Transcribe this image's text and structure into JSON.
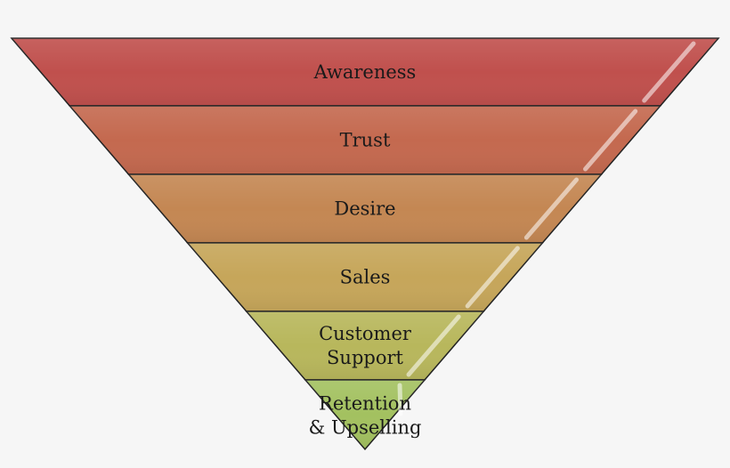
{
  "funnel": {
    "stages": [
      {
        "lines": [
          "Awareness"
        ],
        "color": "#c0504d"
      },
      {
        "lines": [
          "Trust"
        ],
        "color": "#c4694f"
      },
      {
        "lines": [
          "Desire"
        ],
        "color": "#c48753"
      },
      {
        "lines": [
          "Sales"
        ],
        "color": "#c6a65a"
      },
      {
        "lines": [
          "Customer",
          "Support"
        ],
        "color": "#b8b75c"
      },
      {
        "lines": [
          "Retention",
          "& Upselling"
        ],
        "color": "#a3c160"
      }
    ]
  }
}
